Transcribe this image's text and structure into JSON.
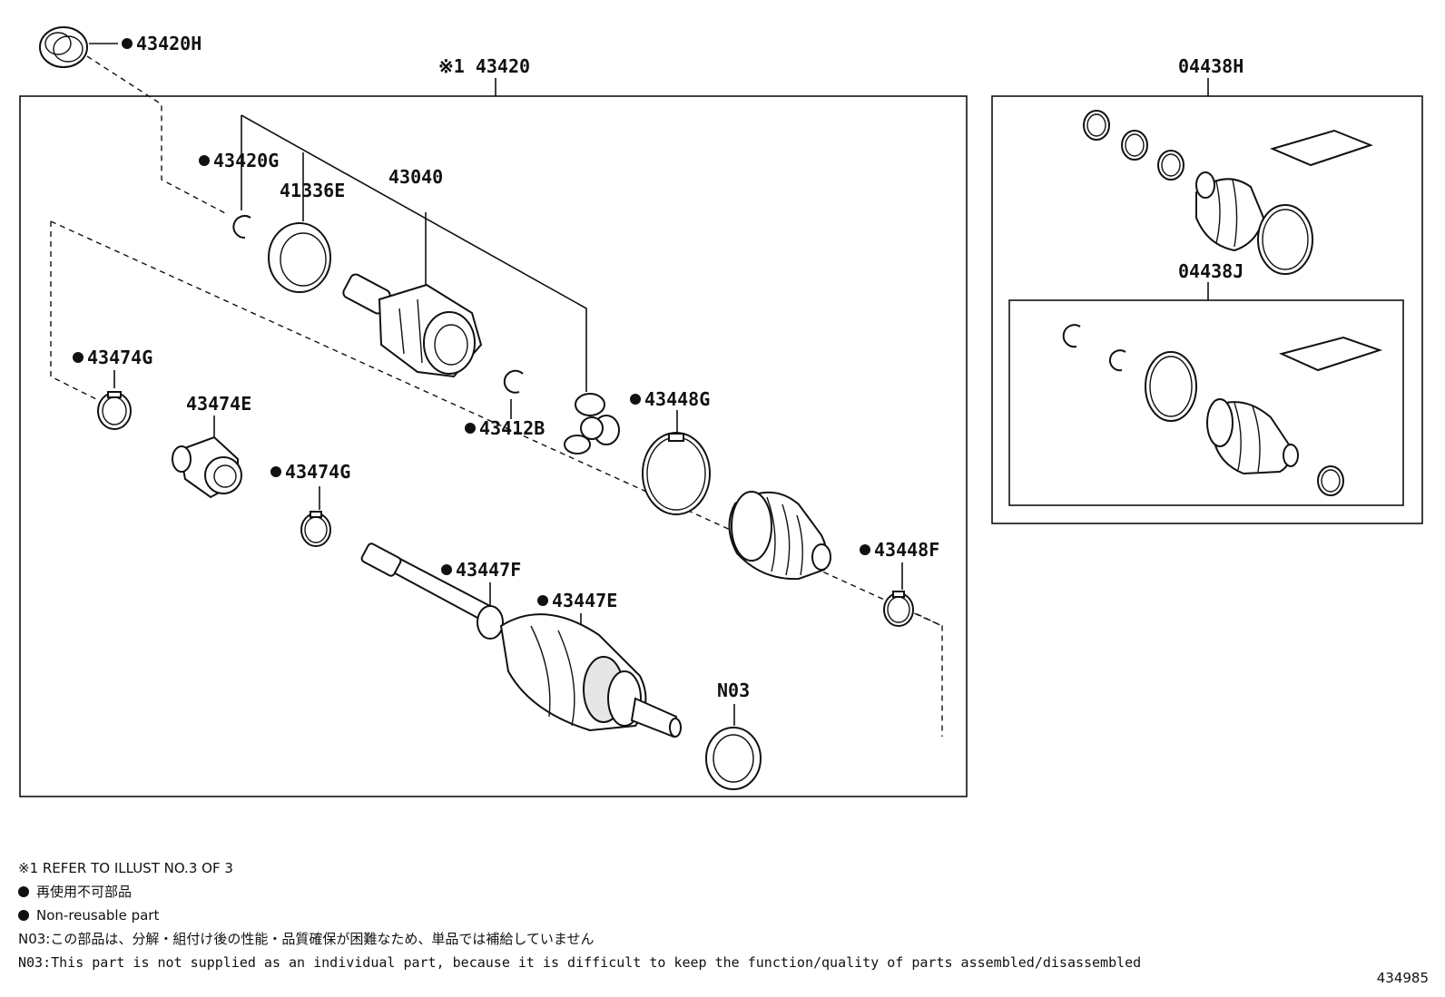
{
  "frames": {
    "main_label": "※1 43420",
    "boot_kit_label": "04438H",
    "inner_boot_kit_label": "04438J"
  },
  "parts": {
    "p43420H": "43420H",
    "p43420G": "43420G",
    "p41336E": "41336E",
    "p43040": "43040",
    "p43412B": "43412B",
    "p43448G": "43448G",
    "p43474G_a": "43474G",
    "p43474E": "43474E",
    "p43474G_b": "43474G",
    "p43447F": "43447F",
    "p43447E": "43447E",
    "p43448F": "43448F",
    "pN03": "N03"
  },
  "notes": {
    "ref": "※1 REFER TO ILLUST NO.3 OF 3",
    "nonreusable_ja": "再使用不可部品",
    "nonreusable_en": "Non-reusable part",
    "n03_ja": "N03:この部品は、分解・組付け後の性能・品質確保が困難なため、単品では補給していません",
    "n03_en": "N03:This part is not supplied as an individual part, because it is difficult to keep the function/quality of parts assembled/disassembled"
  },
  "illustration_code": "434985"
}
